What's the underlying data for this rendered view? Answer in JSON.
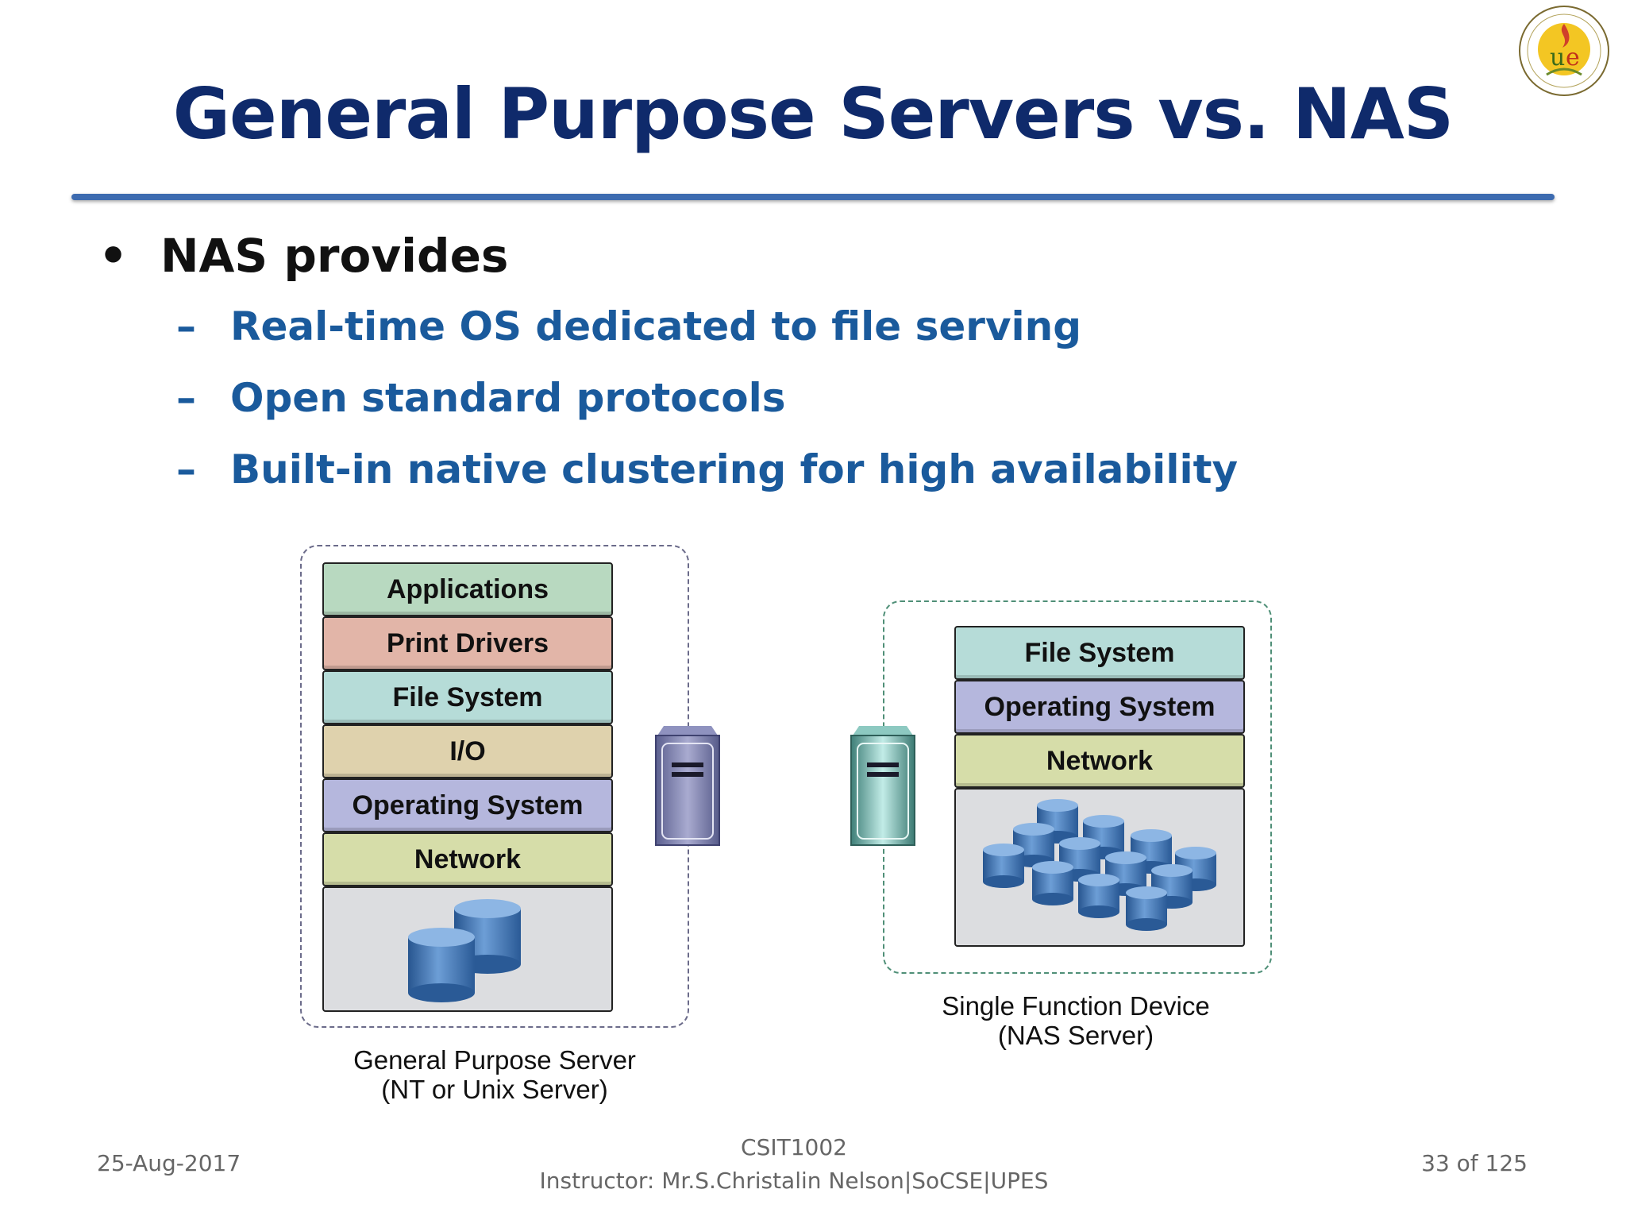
{
  "slide": {
    "title": "General Purpose Servers vs. NAS",
    "bullet": "NAS provides",
    "subbullets": [
      "Real-time OS dedicated to file serving",
      "Open standard protocols",
      "Built-in native clustering for high availability"
    ]
  },
  "diagram": {
    "left_stack": [
      "Applications",
      "Print Drivers",
      "File System",
      "I/O",
      "Operating System",
      "Network"
    ],
    "left_caption_line1": "General Purpose Server",
    "left_caption_line2": "(NT or Unix Server)",
    "right_stack": [
      "File System",
      "Operating System",
      "Network"
    ],
    "right_caption_line1": "Single Function Device",
    "right_caption_line2": "(NAS Server)",
    "layer_colors": {
      "Applications": "#b8d9c0",
      "Print Drivers": "#e2b5a8",
      "File System": "#b6dcd8",
      "I/O": "#dfd2ad",
      "Operating System": "#b5b7dd",
      "Network": "#d6dda9"
    }
  },
  "footer": {
    "date": "25-Aug-2017",
    "course": "CSIT1002",
    "instructor": "Instructor: Mr.S.Christalin Nelson|SoCSE|UPES",
    "page": "33 of 125"
  },
  "colors": {
    "title": "#0f2a6b",
    "subbullet": "#1a5a9c",
    "rule": "#3d6bb0",
    "disk": "#3f74b3"
  }
}
